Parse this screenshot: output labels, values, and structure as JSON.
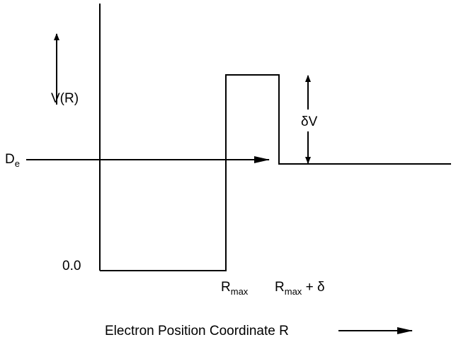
{
  "labels": {
    "potential": "V(R)",
    "delta_v": "δV",
    "de_main": "D",
    "de_sub": "e",
    "zero": "0.0",
    "rmax_main": "R",
    "rmax_sub": "max",
    "rmax2_main": "R",
    "rmax2_sub": "max",
    "rmax2_suffix": " + δ",
    "x_axis": "Electron Position Coordinate R"
  },
  "colors": {
    "line": "#000000",
    "background": "#ffffff"
  }
}
